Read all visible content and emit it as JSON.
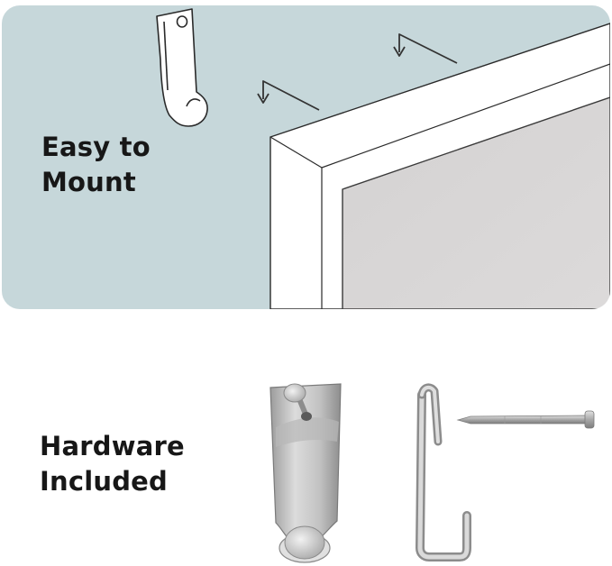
{
  "captions": {
    "mount_line1": "Easy to",
    "mount_line2": "Mount",
    "hardware_line1": "Hardware",
    "hardware_line2": "Included"
  },
  "colors": {
    "panel_background": "#c6d7da",
    "frame": "#ffffff",
    "board_surface": "#d8d6d6",
    "caption_text": "#171717",
    "metal": "#c8c8c8"
  },
  "icons": {
    "hanger_illustration": "hanger-hook-icon",
    "direction_arrows": "arrow-down-left-icon",
    "hardware_items": [
      "sawtooth-hanger-icon",
      "frame-clip-icon",
      "nail-icon"
    ]
  }
}
